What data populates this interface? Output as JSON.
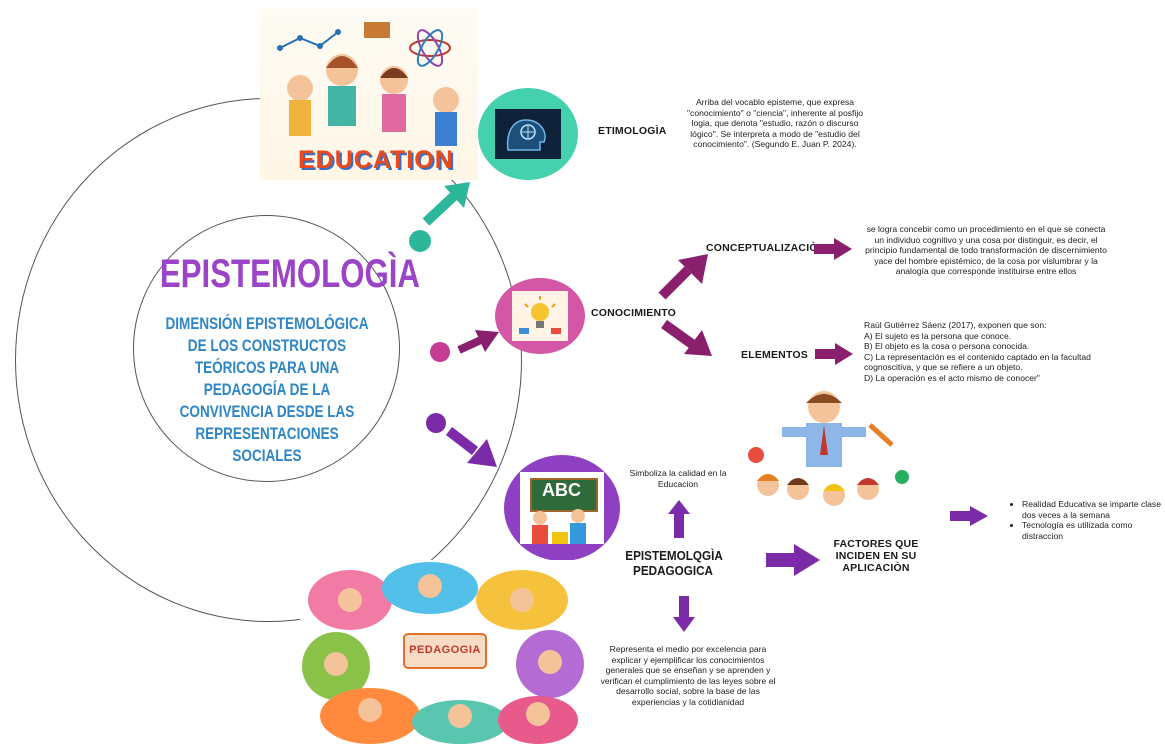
{
  "title": "EPISTEMOLOGÌA",
  "subtitle": "DIMENSIÓN EPISTEMOLÓGICA DE LOS CONSTRUCTOS TEÓRICOS PARA UNA PEDAGOGÍA DE LA CONVIVENCIA DESDE LAS REPRESENTACIONES SOCIALES",
  "colors": {
    "purple": "#7b2aa8",
    "magenta": "#8a1f6e",
    "teal": "#2db79a",
    "pink": "#d9569e",
    "blue": "#2f7fc1"
  },
  "illustration_top": {
    "word": "EDUCATION"
  },
  "illustration_bottom": {
    "word": "PEDAGOGIA"
  },
  "illustration_classroom": {
    "board": "ABC"
  },
  "etimologia": {
    "label": "ETIMOLOGÌA",
    "text": "Arriba del vocablo episteme, que expresa \"conocimiento\" o \"ciencia\", inherente al posfijo logia, que denota \"estudio, razón o discurso lógico\". Se interpreta a modo de \"estudio del conocimiento\". (Segundo E. Juan P. 2024)."
  },
  "conocimiento": {
    "label": "CONOCIMIENTO"
  },
  "conceptualizacion": {
    "label": "CONCEPTUALIZACIÒN",
    "text": "se logra concebir como un procedimiento en el que se conecta un individuo cognitivo y una cosa por distinguir, es decir, el principio fundamental de todo transformación de discernimiento yace del hombre epistémico, de la cosa por vislumbrar y la analogía que corresponde instituirse entre ellos"
  },
  "elementos": {
    "label": "ELEMENTOS",
    "intro": "Raúl Gutiérrez Sáenz (2017), exponen que son:",
    "items": [
      "A)  El sujeto es la persona que conoce.",
      "B) El objeto es la cosa o persona conocida.",
      "C) La representación es el contenido captado en la facultad cognoscitiva, y que se refiere a un objeto.",
      "D)  La operación es el acto mismo de conocer\""
    ]
  },
  "pedagogica": {
    "label": "EPISTEMOLQGÌA PEDAGOGICA",
    "simboliza": "Simboliza la calidad en la Educacion",
    "representa": "Representa el medio por excelencia para explicar y ejemplificar los conocimientos generales que se enseñan y se aprenden y verifican el cumplimiento de las leyes sobre el desarrollo social, sobre la base de las experiencias y la cotidianidad"
  },
  "factores": {
    "label": "FACTORES QUE INCIDEN EN SU APLICACIÒN",
    "items": [
      "Realidad Educativa se imparte clase dos veces a la semana",
      "Tecnología es utilizada como distraccion"
    ]
  }
}
